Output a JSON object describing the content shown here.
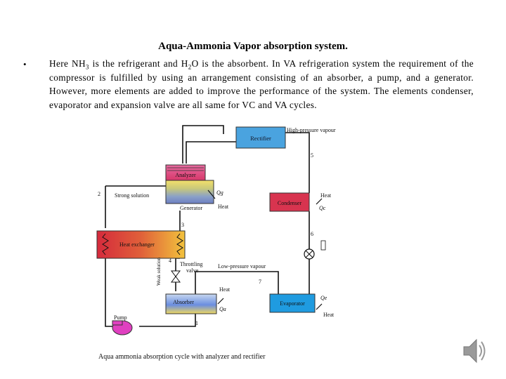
{
  "slide": {
    "title": "Aqua-Ammonia Vapor absorption system.",
    "bullet_symbol": "•",
    "bullet": {
      "t1": "Here NH",
      "s1": "3",
      "t2": " is the refrigerant and H",
      "s2": "2",
      "t3": "O is the absorbent. In VA refrigeration system the requirement of the compressor is fulfilled by using an arrangement consisting of an absorber, a pump, and a generator. However, more elements are added to improve the performance of the system. The elements condenser, evaporator and expansion valve are all same for VC and VA cycles."
    }
  },
  "diagram": {
    "caption": "Aqua ammonia absorption cycle with analyzer and rectifier",
    "rectifier": "Rectifier",
    "analyzer": "Analyzer",
    "generator": "Generator",
    "heat_exchanger": "Heat exchanger",
    "condenser": "Condenser",
    "evaporator": "Evaporator",
    "absorber": "Absorber",
    "pump": "Pump",
    "high_pressure_vapour": "High-pressure vapour",
    "low_pressure_vapour": "Low-pressure vapour",
    "strong_solution": "Strong solution",
    "weak_solution": "Weak solution",
    "throttling_valve_1": "Throttling",
    "throttling_valve_2": "valve",
    "heat": "Heat",
    "q_g": "Qg",
    "q_c": "Qc",
    "q_e": "Qe",
    "q_a": "Qa",
    "pt1": "1",
    "pt2": "2",
    "pt3": "3",
    "pt4": "4",
    "pt5": "5",
    "pt6": "6",
    "pt7": "7"
  },
  "colors": {
    "rectifier": "#4aa3df",
    "condenser": "#d8344f",
    "evaporator": "#1f9be0",
    "pump": "#e040c0"
  },
  "icons": {
    "speaker": "speaker-icon"
  }
}
